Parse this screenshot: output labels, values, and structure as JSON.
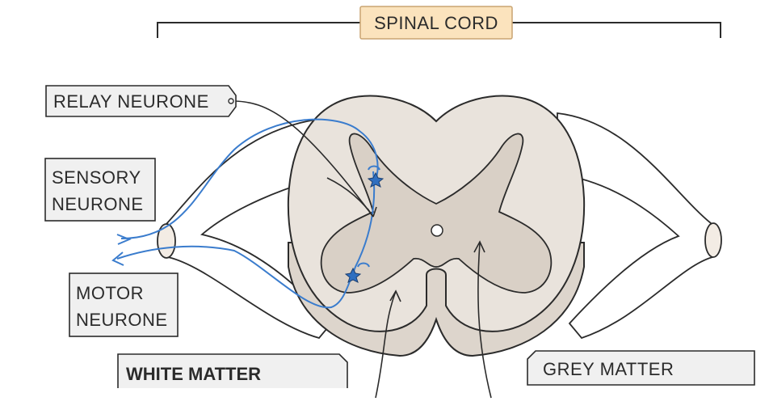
{
  "diagram": {
    "title": "SPINAL CORD",
    "labels": {
      "relay_neurone": "RELAY NEURONE",
      "sensory_line1": "SENSORY",
      "sensory_line2": "NEURONE",
      "motor_line1": "MOTOR",
      "motor_line2": "NEURONE",
      "white_matter": "WHITE MATTER",
      "grey_matter": "GREY MATTER"
    },
    "colors": {
      "outline": "#2b2b2b",
      "label_bg": "#f0f0f0",
      "title_bg": "#fbe3bd",
      "title_border": "#c9a472",
      "white_matter_fill": "#e9e3dc",
      "white_matter_side": "#ddd5cc",
      "grey_matter_fill": "#d9d0c6",
      "neurone_blue": "#3a7ccd",
      "synapse_fill": "#2f6fc0"
    }
  }
}
